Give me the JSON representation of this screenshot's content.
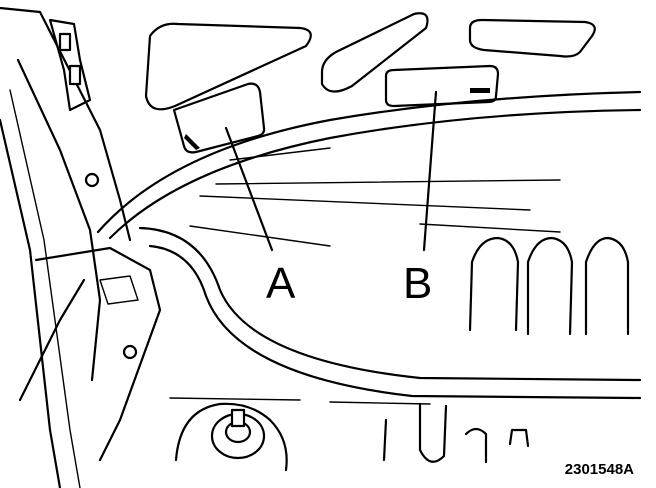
{
  "callouts": {
    "a": "A",
    "b": "B"
  },
  "figure_id": "2301548A",
  "colors": {
    "ink": "#000000",
    "paper": "#ffffff"
  },
  "icons": {
    "label_a": "rectangular-sticker-label",
    "label_b": "rectangular-sticker-label"
  }
}
